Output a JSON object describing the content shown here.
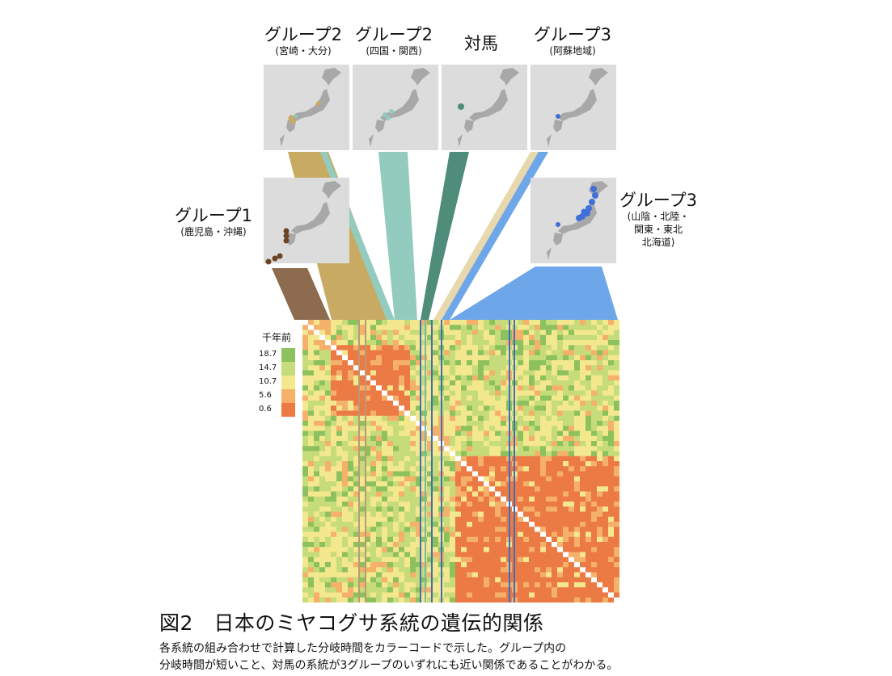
{
  "groups": {
    "g2_miyazaki": {
      "title": "グループ2",
      "subtitle": "(宮崎・大分)"
    },
    "g2_shikoku": {
      "title": "グループ2",
      "subtitle": "(四国・関西)"
    },
    "tsushima": {
      "title": "対馬",
      "subtitle": ""
    },
    "g3_aso": {
      "title": "グループ3",
      "subtitle": "(阿蘇地域)"
    },
    "g1": {
      "title": "グループ1",
      "subtitle": "(鹿児島・沖縄)"
    },
    "g3_north": {
      "title": "グループ3",
      "subtitle_lines": [
        "(山陰・北陸・",
        "関東・東北",
        "北海道)"
      ]
    }
  },
  "legend": {
    "title": "千年前",
    "entries": [
      {
        "value": "18.7",
        "color": "#8dc15d"
      },
      {
        "value": "14.7",
        "color": "#c6dc7a"
      },
      {
        "value": "10.7",
        "color": "#f4e88f"
      },
      {
        "value": "5.6",
        "color": "#f5b06a"
      },
      {
        "value": "0.6",
        "color": "#ec7a45"
      }
    ]
  },
  "colors": {
    "group1": "#8c6b4f",
    "group2_miyazaki": "#c8aa62",
    "group2_shikoku": "#93cbbf",
    "tsushima": "#4f8c7a",
    "group3_aso": "#e8d8ae",
    "group3_north": "#6ea6ea",
    "line_tan": "#b99a74",
    "line_blue": "#3f6fba",
    "line_teal": "#79b7a8"
  },
  "figure": {
    "title": "図2　日本のミヤコグサ系統の遺伝的関係",
    "caption_lines": [
      "各系統の組み合わせで計算した分岐時間をカラーコードで示した。グループ内の",
      "分岐時間が短いこと、対馬の系統が3グループのいずれにも近い関係であることがわかる。"
    ]
  }
}
